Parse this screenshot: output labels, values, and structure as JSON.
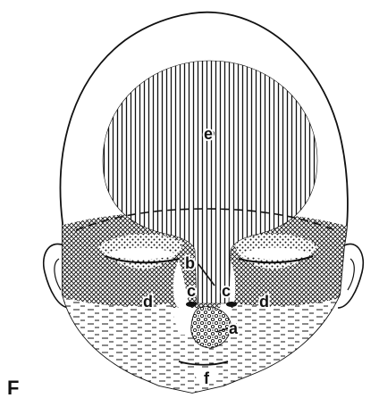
{
  "figure": {
    "panel_letter": "F",
    "labels": {
      "a": "a",
      "b": "b",
      "c": "c",
      "d": "d",
      "e": "e",
      "f": "f"
    }
  },
  "colors": {
    "ink": "#111111",
    "paper": "#ffffff"
  }
}
